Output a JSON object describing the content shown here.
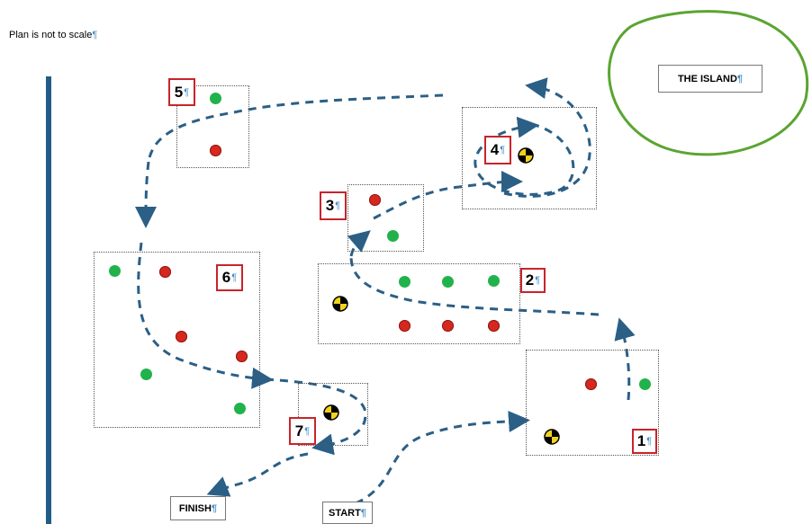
{
  "note": {
    "text": "Plan is not to scale",
    "mark": "¶"
  },
  "island": {
    "label": "THE ISLAND",
    "mark": "¶"
  },
  "start": {
    "label": "START",
    "mark": "¶"
  },
  "finish": {
    "label": "FINISH",
    "mark": "¶"
  },
  "stations": [
    {
      "number": "1",
      "mark": "¶"
    },
    {
      "number": "2",
      "mark": "¶"
    },
    {
      "number": "3",
      "mark": "¶"
    },
    {
      "number": "4",
      "mark": "¶"
    },
    {
      "number": "5",
      "mark": "¶"
    },
    {
      "number": "6",
      "mark": "¶"
    },
    {
      "number": "7",
      "mark": "¶"
    }
  ],
  "colors": {
    "path": "#2b5f86",
    "island_outline": "#5aa531",
    "number_border": "#c8242b",
    "green_marker": "#22b24c",
    "red_marker": "#d7271e",
    "side_bar": "#1f5d86"
  }
}
